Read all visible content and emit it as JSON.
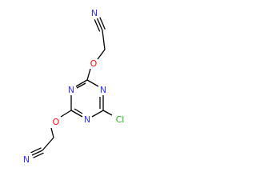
{
  "colors": {
    "carbon": "#000000",
    "nitrogen": "#3333ff",
    "oxygen": "#ff0d0d",
    "chlorine": "#1fb31f"
  },
  "atoms": {
    "n_nitrile_top": "N",
    "o_top": "O",
    "n_ring_left": "N",
    "n_ring_right": "N",
    "cl": "Cl",
    "n_ring_bottom": "N",
    "o_bottom": "O",
    "n_nitrile_bottom": "N"
  }
}
